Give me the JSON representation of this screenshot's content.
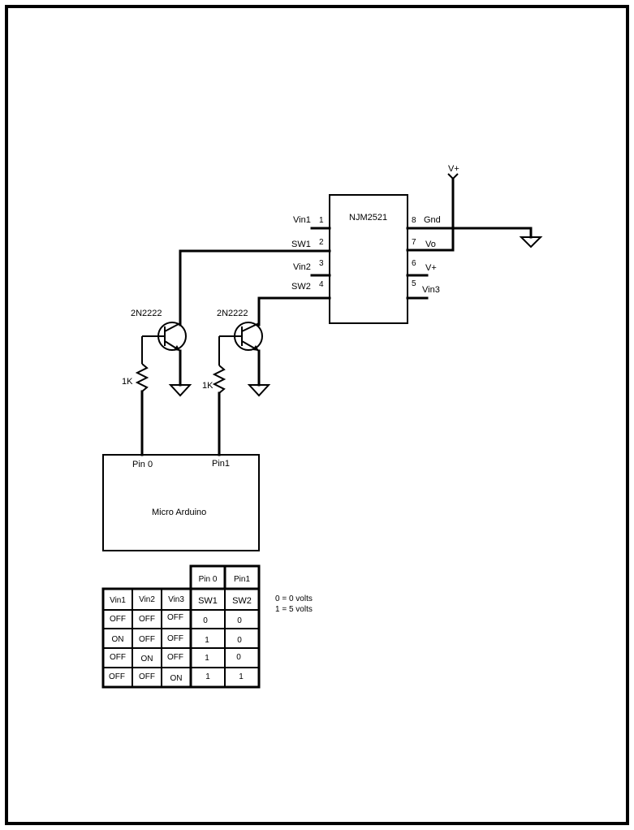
{
  "chip": {
    "name": "NJM2521",
    "left_pins": [
      {
        "num": "1",
        "label": "Vin1"
      },
      {
        "num": "2",
        "label": "SW1"
      },
      {
        "num": "3",
        "label": "Vin2"
      },
      {
        "num": "4",
        "label": "SW2"
      }
    ],
    "right_pins": [
      {
        "num": "8",
        "label": "Gnd"
      },
      {
        "num": "7",
        "label": "Vo"
      },
      {
        "num": "6",
        "label": "V+"
      },
      {
        "num": "5",
        "label": "Vin3"
      }
    ]
  },
  "supply_label": "V+",
  "transistors": [
    {
      "label": "2N2222"
    },
    {
      "label": "2N2222"
    }
  ],
  "resistors": [
    {
      "label": "1K"
    },
    {
      "label": "1K"
    }
  ],
  "arduino": {
    "label": "Micro Arduino",
    "pins": [
      "Pin 0",
      "Pin1"
    ]
  },
  "table": {
    "top_headers": [
      "Pin 0",
      "Pin1"
    ],
    "headers": [
      "Vin1",
      "Vin2",
      "Vin3",
      "SW1",
      "SW2"
    ],
    "rows": [
      [
        "OFF",
        "OFF",
        "OFF",
        "0",
        "0"
      ],
      [
        "ON",
        "OFF",
        "OFF",
        "1",
        "0"
      ],
      [
        "OFF",
        "ON",
        "OFF",
        "1",
        "0"
      ],
      [
        "OFF",
        "OFF",
        "ON",
        "1",
        "1"
      ]
    ]
  },
  "legend": [
    "0 = 0 volts",
    "1 = 5 volts"
  ]
}
